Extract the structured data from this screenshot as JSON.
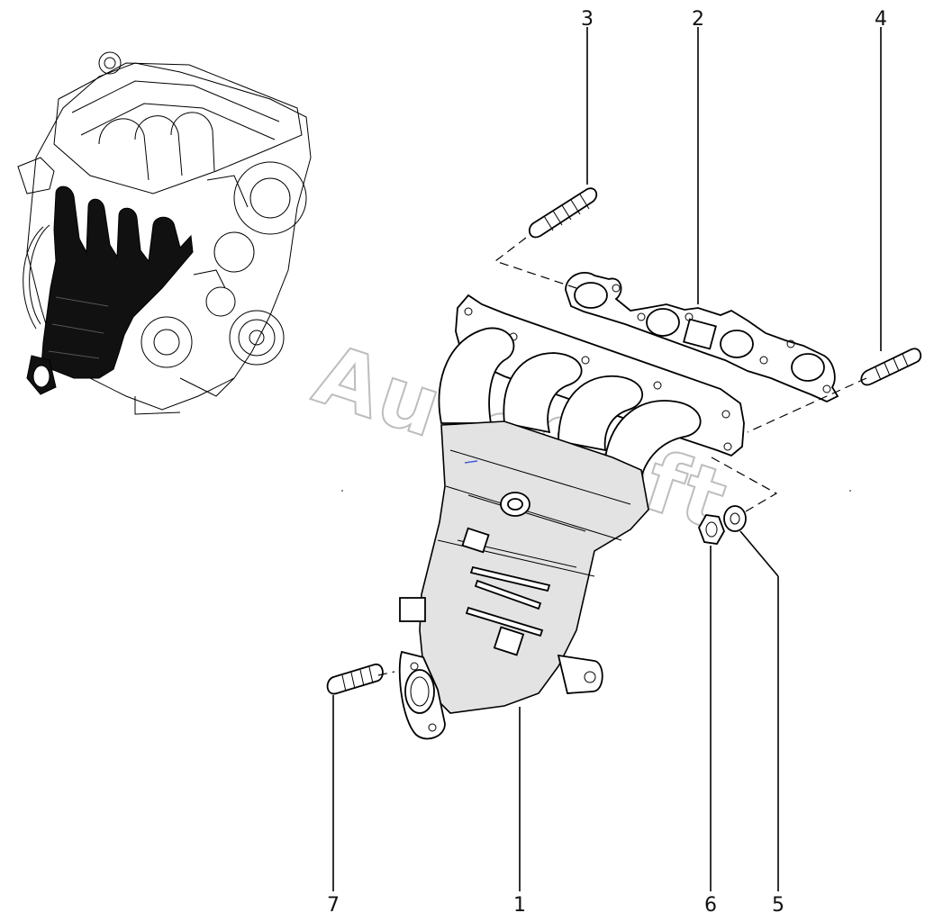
{
  "watermark": "AutoSoft",
  "callouts": [
    {
      "id": "1",
      "label": "1"
    },
    {
      "id": "2",
      "label": "2"
    },
    {
      "id": "3",
      "label": "3"
    },
    {
      "id": "4",
      "label": "4"
    },
    {
      "id": "5",
      "label": "5"
    },
    {
      "id": "6",
      "label": "6"
    },
    {
      "id": "7",
      "label": "7"
    }
  ],
  "parts": [
    {
      "callout": "1",
      "name": "exhaust-manifold-catalyst"
    },
    {
      "callout": "2",
      "name": "manifold-gasket"
    },
    {
      "callout": "3",
      "name": "stud"
    },
    {
      "callout": "4",
      "name": "stud"
    },
    {
      "callout": "5",
      "name": "washer"
    },
    {
      "callout": "6",
      "name": "nut"
    },
    {
      "callout": "7",
      "name": "stud"
    }
  ],
  "colors": {
    "line": "#000000",
    "background": "#ffffff",
    "highlight": "#111111",
    "watermark": "#bdbdbd"
  }
}
